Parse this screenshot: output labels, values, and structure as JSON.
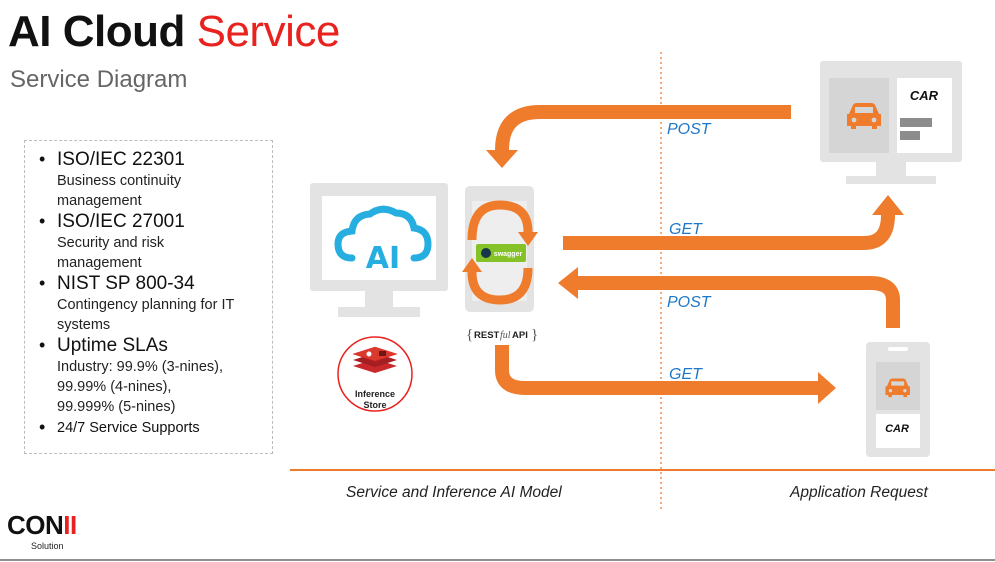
{
  "header": {
    "title_main": "AI Cloud",
    "title_accent": "Service",
    "subtitle": "Service Diagram"
  },
  "standards": [
    {
      "title": "ISO/IEC 22301",
      "desc": "Business continuity\nmanagement"
    },
    {
      "title": "ISO/IEC 27001",
      "desc": "Security and risk\nmanagement"
    },
    {
      "title": "NIST SP 800-34",
      "desc": "Contingency planning for IT\nsystems"
    },
    {
      "title": "Uptime SLAs",
      "desc": "Industry: 99.9% (3-nines),\n99.99% (4-nines),\n99.999% (5-nines)"
    },
    {
      "title": "24/7 Service Supports",
      "desc": ""
    }
  ],
  "diagram": {
    "arrow_labels": {
      "post_top": "POST",
      "get_top": "GET",
      "post_bottom": "POST",
      "get_bottom": "GET"
    },
    "ai_text": "AI",
    "swagger_text": "swagger",
    "restful_rest": "REST",
    "restful_ful": "ful",
    "restful_api": "API",
    "inference_line1": "Inference",
    "inference_line2": "Store",
    "car_label_monitor": "CAR",
    "car_label_phone": "CAR",
    "caption_left": "Service  and Inference AI Model",
    "caption_right": "Application Request"
  },
  "logo": {
    "text": "CON",
    "bars": "II",
    "sub": "Solution"
  },
  "colors": {
    "accent_red": "#e8231f",
    "orange": "#ee7c2c",
    "blue_label": "#1e77c8",
    "device_gray": "#e3e3e3"
  }
}
